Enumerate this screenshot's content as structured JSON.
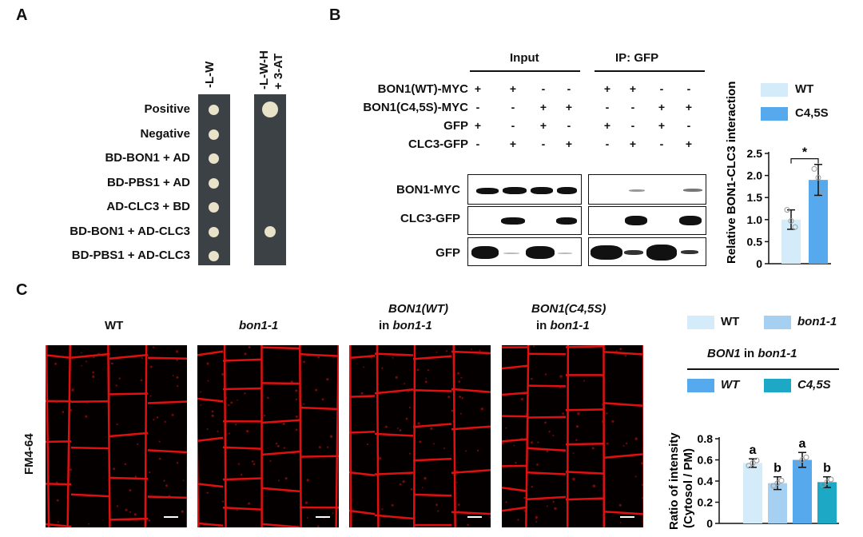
{
  "panel_a": {
    "letter": "A",
    "col_headers": [
      "-L-W",
      "-L-W-H",
      "+ 3-AT"
    ],
    "rows": [
      "Positive",
      "Negative",
      "BD-BON1 + AD",
      "BD-PBS1 + AD",
      "AD-CLC3 + BD",
      "BD-BON1 + AD-CLC3",
      "BD-PBS1 + AD-CLC3"
    ],
    "growth_lwh": [
      1,
      0,
      0,
      0,
      0,
      1,
      0
    ]
  },
  "panel_b": {
    "letter": "B",
    "group_input": "Input",
    "group_ip": "IP: GFP",
    "row_labels": [
      "BON1(WT)-MYC",
      "BON1(C4,5S)-MYC",
      "GFP",
      "CLC3-GFP"
    ],
    "signs": [
      [
        "+",
        "+",
        "-",
        "-",
        "+",
        "+",
        "-",
        "-"
      ],
      [
        "-",
        "-",
        "+",
        "+",
        "-",
        "-",
        "+",
        "+"
      ],
      [
        "+",
        "-",
        "+",
        "-",
        "+",
        "-",
        "+",
        "-"
      ],
      [
        "-",
        "+",
        "-",
        "+",
        "-",
        "+",
        "-",
        "+"
      ]
    ],
    "blot_labels": [
      "BON1-MYC",
      "CLC3-GFP",
      "GFP"
    ]
  },
  "chart_b": {
    "type": "bar",
    "categories": [
      "WT",
      "C4,5S"
    ],
    "values": [
      1.0,
      1.9
    ],
    "errors": [
      0.22,
      0.35
    ],
    "points": [
      [
        1.22,
        0.97,
        0.83
      ],
      [
        2.15,
        1.95,
        1.62
      ]
    ],
    "ylabel": "Relative BON1-CLC3 interaction",
    "ylim": [
      0,
      2.5
    ],
    "yticks": [
      "0",
      "0.5",
      "1.0",
      "1.5",
      "2.0",
      "2.5"
    ],
    "significance": "*",
    "legend": [
      "WT",
      "C4,5S"
    ],
    "colors": [
      "#d4ecfa",
      "#57a9ee"
    ]
  },
  "panel_c": {
    "letter": "C",
    "side_label": "FM4-64",
    "titles": [
      {
        "line1": "WT",
        "line2": ""
      },
      {
        "line1": "bon1-1",
        "line2": ""
      },
      {
        "line1": "BON1(WT)",
        "line2_pre": "in ",
        "line2_it": "bon1-1"
      },
      {
        "line1": "BON1(C4,5S)",
        "line2_pre": "in ",
        "line2_it": "bon1-1"
      }
    ]
  },
  "chart_c": {
    "type": "bar",
    "categories": [
      "WT",
      "bon1-1",
      "WT",
      "C4,5S"
    ],
    "values": [
      0.57,
      0.38,
      0.6,
      0.39
    ],
    "errors": [
      0.04,
      0.06,
      0.07,
      0.05
    ],
    "letters": [
      "a",
      "b",
      "a",
      "b"
    ],
    "ylabel_line1": "Ratio of intensity",
    "ylabel_line2": "(Cytosol / PM)",
    "ylim": [
      0,
      0.8
    ],
    "yticks": [
      "0",
      "0.2",
      "0.4",
      "0.6",
      "0.8"
    ],
    "legend_top": [
      "WT",
      "bon1-1"
    ],
    "legend_group_title_it": "BON1",
    "legend_group_title_rest": " in ",
    "legend_group_title_it2": "bon1-1",
    "legend_bottom": [
      "WT",
      "C4,5S"
    ],
    "colors": [
      "#d4ecfa",
      "#a6d0f2",
      "#57a9ee",
      "#1da8c6"
    ]
  }
}
